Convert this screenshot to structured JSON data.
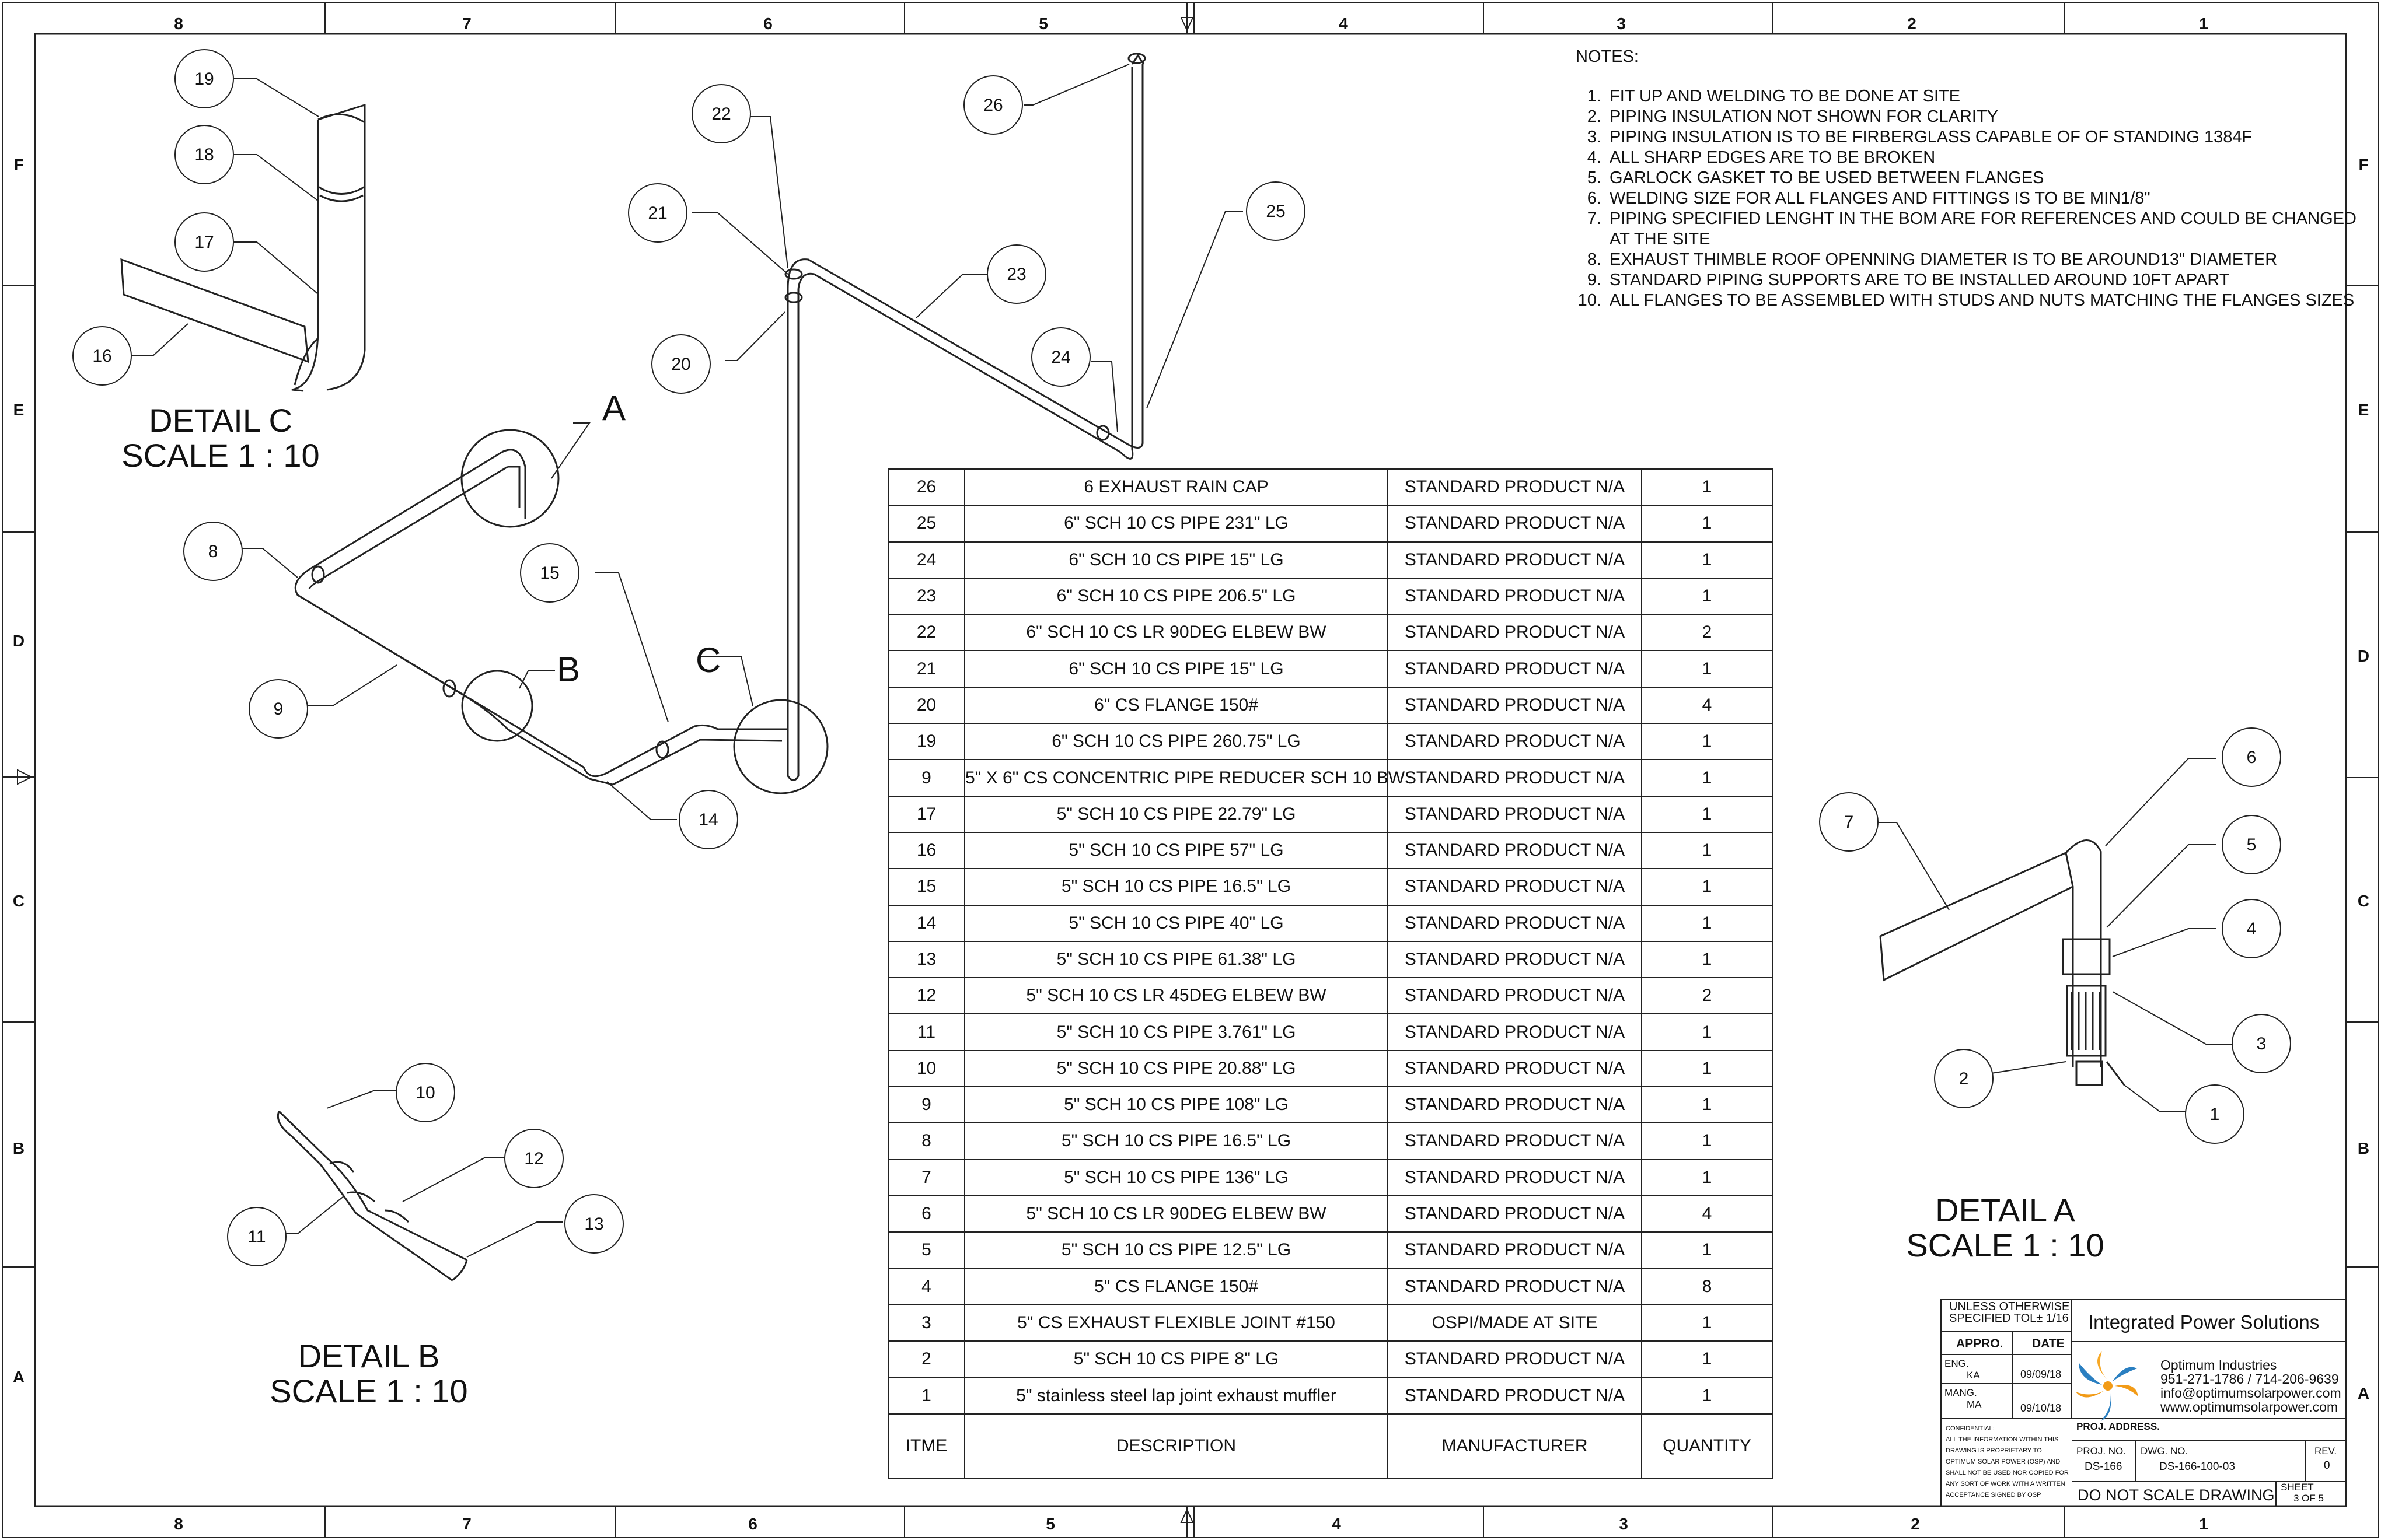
{
  "border": {
    "top_zones": [
      "8",
      "7",
      "6",
      "5",
      "4",
      "3",
      "2",
      "1"
    ],
    "bottom_zones": [
      "8",
      "7",
      "6",
      "5",
      "4",
      "3",
      "2",
      "1"
    ],
    "left_zones": [
      "F",
      "E",
      "D",
      "C",
      "B",
      "A"
    ],
    "right_zones": [
      "F",
      "E",
      "D",
      "C",
      "B",
      "A"
    ]
  },
  "notes": {
    "title": "NOTES:",
    "items": [
      "FIT UP AND WELDING TO BE DONE AT SITE",
      "PIPING INSULATION NOT SHOWN FOR CLARITY",
      "PIPING INSULATION IS TO BE FIRBERGLASS CAPABLE OF OF STANDING 1384F",
      "ALL SHARP EDGES ARE TO BE BROKEN",
      "GARLOCK GASKET TO BE USED BETWEEN FLANGES",
      "WELDING SIZE FOR ALL FLANGES AND FITTINGS IS TO BE MIN1/8\"",
      "PIPING SPECIFIED LENGHT IN THE BOM ARE FOR REFERENCES AND COULD BE CHANGED AT THE SITE",
      "EXHAUST THIMBLE ROOF OPENNING DIAMETER IS TO BE AROUND13\" DIAMETER",
      "STANDARD PIPING SUPPORTS ARE TO BE INSTALLED AROUND 10FT APART",
      "ALL FLANGES TO BE ASSEMBLED WITH STUDS AND NUTS MATCHING THE FLANGES SIZES"
    ]
  },
  "details": {
    "c": {
      "line1": "DETAIL C",
      "line2": "SCALE 1 : 10"
    },
    "b": {
      "line1": "DETAIL B",
      "line2": "SCALE 1 : 10"
    },
    "a": {
      "line1": "DETAIL A",
      "line2": "SCALE 1 : 10"
    },
    "letters": {
      "a": "A",
      "b": "B",
      "c": "C"
    }
  },
  "balloons": {
    "b1": "1",
    "b2": "2",
    "b3": "3",
    "b4": "4",
    "b5": "5",
    "b6": "6",
    "b7": "7",
    "b8": "8",
    "b9": "9",
    "b10": "10",
    "b11": "11",
    "b12": "12",
    "b13": "13",
    "b14": "14",
    "b15": "15",
    "b16": "16",
    "b17": "17",
    "b18": "18",
    "b19": "19",
    "b20": "20",
    "b21": "21",
    "b22": "22",
    "b23": "23",
    "b24": "24",
    "b25": "25",
    "b26": "26"
  },
  "bom": {
    "rows": [
      {
        "item": "26",
        "description": "6 EXHAUST RAIN CAP",
        "manufacturer": "STANDARD PRODUCT N/A",
        "quantity": "1"
      },
      {
        "item": "25",
        "description": "6\" SCH 10 CS PIPE 231\" LG",
        "manufacturer": "STANDARD PRODUCT N/A",
        "quantity": "1"
      },
      {
        "item": "24",
        "description": "6\" SCH 10 CS PIPE 15\" LG",
        "manufacturer": "STANDARD PRODUCT N/A",
        "quantity": "1"
      },
      {
        "item": "23",
        "description": "6\" SCH 10 CS PIPE 206.5\" LG",
        "manufacturer": "STANDARD PRODUCT N/A",
        "quantity": "1"
      },
      {
        "item": "22",
        "description": "6\" SCH 10 CS LR 90DEG ELBEW BW",
        "manufacturer": "STANDARD PRODUCT N/A",
        "quantity": "2"
      },
      {
        "item": "21",
        "description": "6\" SCH 10 CS PIPE 15\" LG",
        "manufacturer": "STANDARD PRODUCT N/A",
        "quantity": "1"
      },
      {
        "item": "20",
        "description": "6\" CS FLANGE 150#",
        "manufacturer": "STANDARD PRODUCT N/A",
        "quantity": "4"
      },
      {
        "item": "19",
        "description": "6\" SCH 10 CS PIPE 260.75\" LG",
        "manufacturer": "STANDARD PRODUCT N/A",
        "quantity": "1"
      },
      {
        "item": "9",
        "description": "5\" X 6\" CS CONCENTRIC PIPE REDUCER SCH 10 BW",
        "manufacturer": "STANDARD PRODUCT N/A",
        "quantity": "1"
      },
      {
        "item": "17",
        "description": "5\" SCH 10 CS PIPE 22.79\" LG",
        "manufacturer": "STANDARD PRODUCT N/A",
        "quantity": "1"
      },
      {
        "item": "16",
        "description": "5\" SCH 10 CS PIPE 57\" LG",
        "manufacturer": "STANDARD PRODUCT N/A",
        "quantity": "1"
      },
      {
        "item": "15",
        "description": "5\" SCH 10 CS PIPE 16.5\" LG",
        "manufacturer": "STANDARD PRODUCT N/A",
        "quantity": "1"
      },
      {
        "item": "14",
        "description": "5\" SCH 10 CS PIPE 40\" LG",
        "manufacturer": "STANDARD PRODUCT N/A",
        "quantity": "1"
      },
      {
        "item": "13",
        "description": "5\" SCH 10 CS PIPE 61.38\" LG",
        "manufacturer": "STANDARD PRODUCT N/A",
        "quantity": "1"
      },
      {
        "item": "12",
        "description": "5\" SCH 10 CS LR 45DEG ELBEW BW",
        "manufacturer": "STANDARD PRODUCT N/A",
        "quantity": "2"
      },
      {
        "item": "11",
        "description": "5\" SCH 10 CS PIPE 3.761\" LG",
        "manufacturer": "STANDARD PRODUCT N/A",
        "quantity": "1"
      },
      {
        "item": "10",
        "description": "5\" SCH 10 CS PIPE 20.88\" LG",
        "manufacturer": "STANDARD PRODUCT N/A",
        "quantity": "1"
      },
      {
        "item": "9",
        "description": "5\" SCH 10 CS PIPE 108\" LG",
        "manufacturer": "STANDARD PRODUCT N/A",
        "quantity": "1"
      },
      {
        "item": "8",
        "description": "5\" SCH 10 CS PIPE 16.5\" LG",
        "manufacturer": "STANDARD PRODUCT N/A",
        "quantity": "1"
      },
      {
        "item": "7",
        "description": "5\" SCH 10 CS PIPE 136\" LG",
        "manufacturer": "STANDARD PRODUCT N/A",
        "quantity": "1"
      },
      {
        "item": "6",
        "description": "5\" SCH 10 CS LR 90DEG ELBEW BW",
        "manufacturer": "STANDARD PRODUCT N/A",
        "quantity": "4"
      },
      {
        "item": "5",
        "description": "5\" SCH 10 CS PIPE 12.5\" LG",
        "manufacturer": "STANDARD PRODUCT N/A",
        "quantity": "1"
      },
      {
        "item": "4",
        "description": "5\" CS FLANGE 150#",
        "manufacturer": "STANDARD PRODUCT N/A",
        "quantity": "8"
      },
      {
        "item": "3",
        "description": "5\" CS EXHAUST FLEXIBLE JOINT #150",
        "manufacturer": "OSPI/MADE AT SITE",
        "quantity": "1"
      },
      {
        "item": "2",
        "description": "5\" SCH 10 CS PIPE 8\" LG",
        "manufacturer": "STANDARD PRODUCT N/A",
        "quantity": "1"
      },
      {
        "item": "1",
        "description": "5\" stainless steel lap joint exhaust muffler",
        "manufacturer": "STANDARD PRODUCT N/A",
        "quantity": "1"
      }
    ],
    "headers": {
      "item": "ITME",
      "description": "DESCRIPTION",
      "manufacturer": "MANUFACTURER",
      "quantity": "QUANTITY"
    }
  },
  "title_block": {
    "tolerance_line1": "UNLESS OTHERWISE",
    "tolerance_line2": "SPECIFIED TOL± 1/16",
    "appro": "APPRO.",
    "date": "DATE",
    "eng_label": "ENG.",
    "eng_value": "KA",
    "eng_date": "09/09/18",
    "mang_label": "MANG.",
    "mang_value": "MA",
    "mang_date": "09/10/18",
    "confidential": [
      "CONFIDENTIAL:",
      "ALL THE INFORMATION WITHIN THIS",
      "DRAWING IS PROPRIETARY TO",
      "OPTIMUM SOLAR POWER (OSP) AND",
      "SHALL NOT BE USED NOR COPIED FOR",
      "ANY SORT OF WORK WITH A WRITTEN",
      "ACCEPTANCE SIGNED BY OSP"
    ],
    "company_name": "Integrated Power Solutions",
    "org": "Optimum Industries",
    "phone": "951-271-1786 / 714-206-9639",
    "email": "info@optimumsolarpower.com",
    "website": "www.optimumsolarpower.com",
    "proj_address": "PROJ. ADDRESS.",
    "proj_no_label": "PROJ. NO.",
    "proj_no": "DS-166",
    "dwg_no_label": "DWG. NO.",
    "dwg_no": "DS-166-100-03",
    "rev_label": "REV.",
    "rev": "0",
    "do_not_scale": "DO NOT SCALE DRAWING",
    "sheet_label": "SHEET",
    "sheet": "3 OF 5"
  }
}
